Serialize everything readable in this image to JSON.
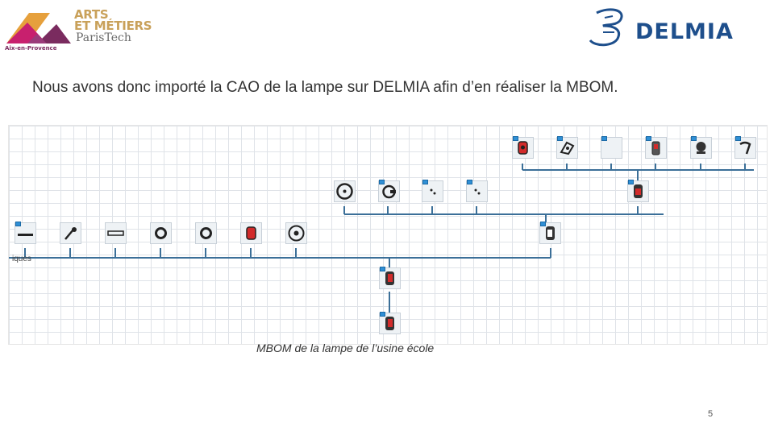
{
  "header": {
    "logo_left": {
      "line1": "ARTS",
      "line2": "ET MÉTIERS",
      "line3": "ParisTech",
      "line4": "Aix-en-Provence",
      "colors": {
        "mark_top": "#e6a03c",
        "mark_left": "#c8206e",
        "mark_bottom": "#7a2b5f",
        "text": "#c9a15a"
      }
    },
    "logo_right": {
      "brand": "DELMIA",
      "color": "#1e4f8c"
    }
  },
  "heading": "Nous avons donc importé la CAO de la lampe sur DELMIA afin d’en réaliser la MBOM.",
  "figure": {
    "truncated_label": "iques",
    "caption": "MBOM de la lampe de l’usine école",
    "row1_icons": [
      "lamp-part-icon",
      "bracket-icon",
      "blank-part-icon",
      "lamp-body-icon",
      "knob-icon",
      "hook-icon"
    ],
    "row2_icons": [
      "ring-icon",
      "clip-icon",
      "screw-icon",
      "screw-icon"
    ],
    "row2_parent": "lamp-subassembly-icon",
    "row3_icons": [
      "rod-icon",
      "spoon-icon",
      "tube-icon",
      "washer-icon",
      "washer-icon",
      "lamp-part-icon",
      "disk-icon"
    ],
    "row3_parent": "lamp-assembly-icon",
    "chain_icons": [
      "lamp-assembly-icon",
      "lamp-assembly-icon"
    ],
    "colors": {
      "connector": "#3b6f98",
      "grid": "#dfe3e8",
      "cube": "#2f8fd5",
      "accent_red": "#d22b2b"
    }
  },
  "page_number": "5"
}
